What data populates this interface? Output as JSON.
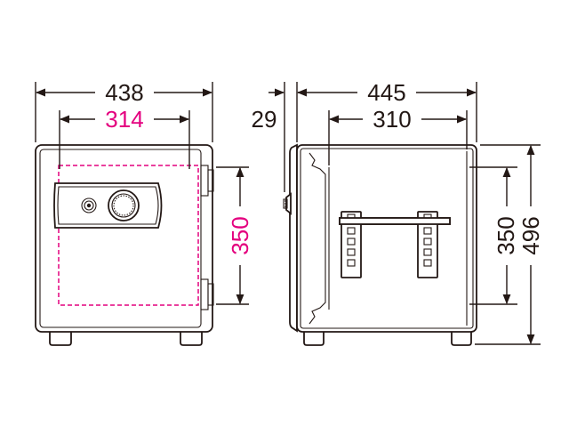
{
  "colors": {
    "line": "#231815",
    "interior": "#e4007f"
  },
  "front_view": {
    "outer_width": "438",
    "inner_width": "314",
    "inner_height": "350"
  },
  "side_view": {
    "outer_depth": "445",
    "inner_depth": "310",
    "handle_depth": "29",
    "inner_height": "350",
    "outer_height": "496"
  }
}
